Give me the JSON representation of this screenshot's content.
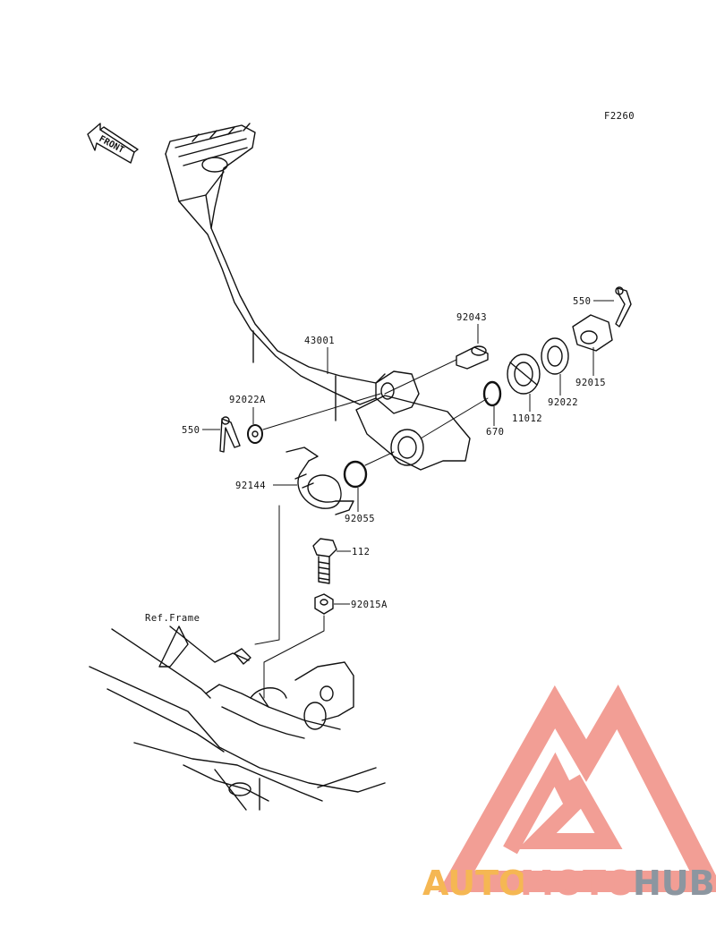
{
  "diagram": {
    "code": "F2260",
    "front_label": "FRONT",
    "ref_label": "Ref.Frame",
    "parts": {
      "p43001": "43001",
      "p92043": "92043",
      "p550a": "550",
      "p92015": "92015",
      "p92022": "92022",
      "p11012": "11012",
      "p670": "670",
      "p92022A": "92022A",
      "p550b": "550",
      "p92144": "92144",
      "p92055": "92055",
      "p112": "112",
      "p92015A": "92015A"
    }
  },
  "watermark": {
    "text_part1": "AUTO",
    "text_part2": "MOTO",
    "text_part3": "HUB",
    "color_orange": "#f5b041",
    "color_red": "#f1948a",
    "color_gray": "#808b96"
  }
}
